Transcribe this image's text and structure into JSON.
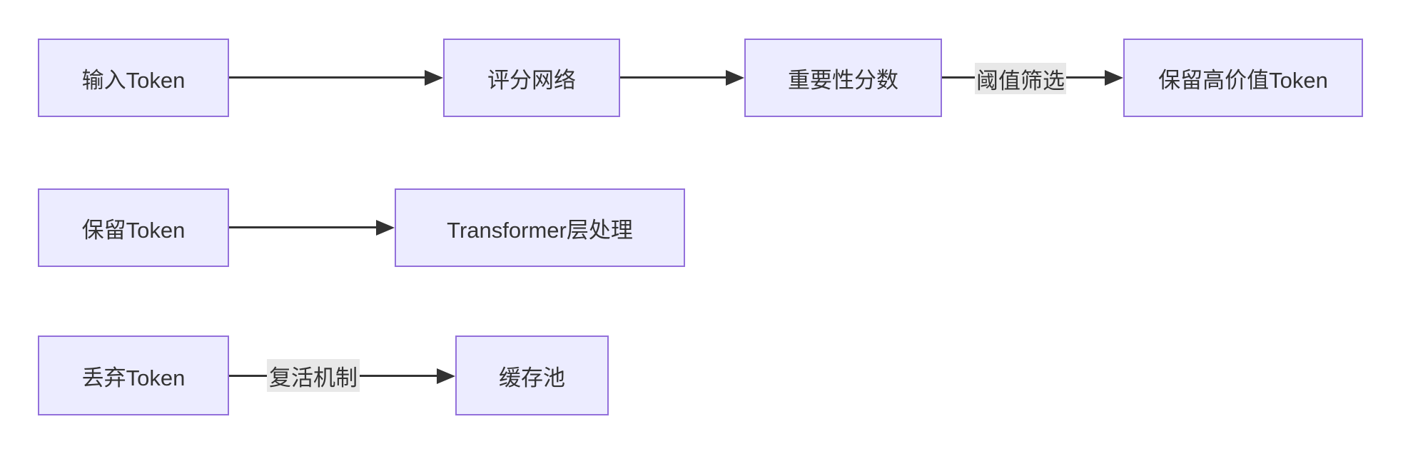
{
  "diagram": {
    "type": "flowchart-LR",
    "background": "#ffffff",
    "colors": {
      "node_fill": "#ECECFF",
      "node_border": "#9370DB",
      "edge_stroke": "#333333",
      "edge_label_bg": "#e8e8e8",
      "text": "#333333"
    },
    "nodes": {
      "input_token": {
        "label": "输入Token"
      },
      "scoring_network": {
        "label": "评分网络"
      },
      "importance_score": {
        "label": "重要性分数"
      },
      "keep_high_value_token": {
        "label": "保留高价值Token"
      },
      "retained_token": {
        "label": "保留Token"
      },
      "transformer_layer": {
        "label": "Transformer层处理"
      },
      "discarded_token": {
        "label": "丢弃Token"
      },
      "cache_pool": {
        "label": "缓存池"
      }
    },
    "edge_labels": {
      "threshold_filter": "阈值筛选",
      "revival_mechanism": "复活机制"
    },
    "edges": [
      {
        "from": "input_token",
        "to": "scoring_network",
        "label": ""
      },
      {
        "from": "scoring_network",
        "to": "importance_score",
        "label": ""
      },
      {
        "from": "importance_score",
        "to": "keep_high_value_token",
        "label": "阈值筛选"
      },
      {
        "from": "retained_token",
        "to": "transformer_layer",
        "label": ""
      },
      {
        "from": "discarded_token",
        "to": "cache_pool",
        "label": "复活机制"
      }
    ]
  }
}
